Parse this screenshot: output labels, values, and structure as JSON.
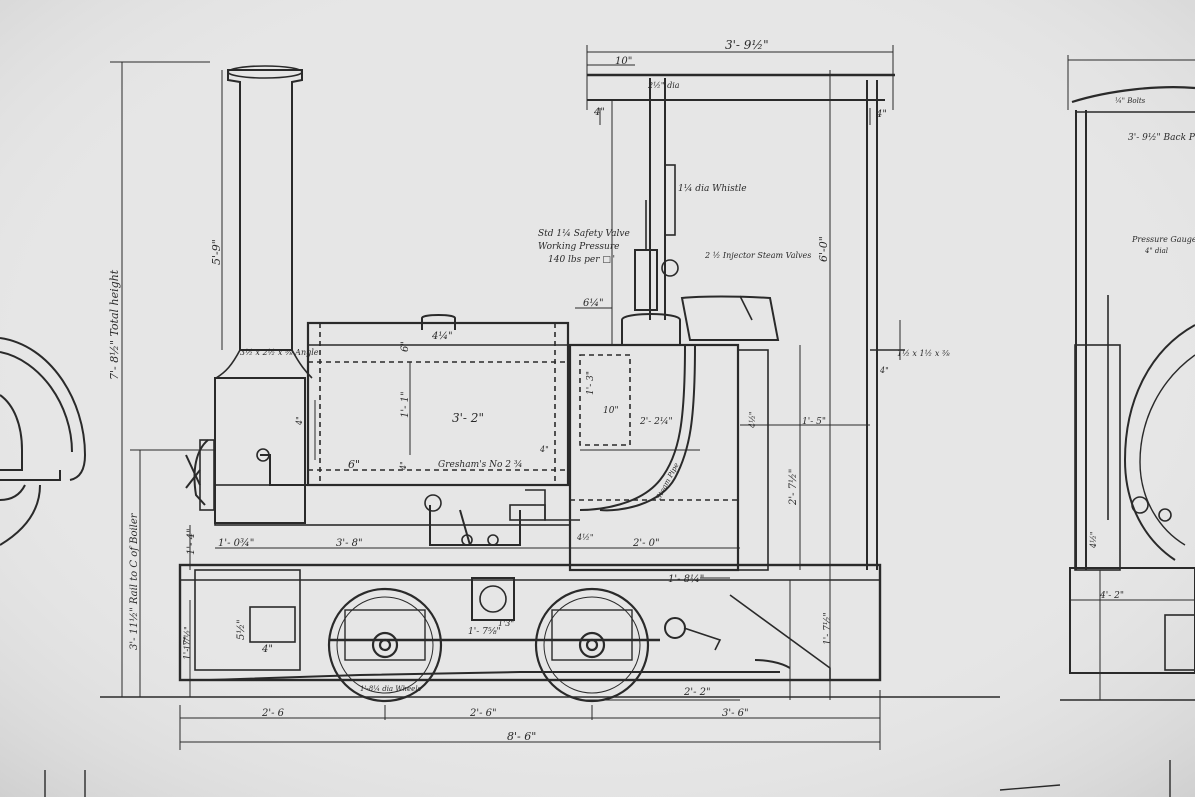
{
  "drawing": {
    "colors": {
      "paper": "#e6e6e6",
      "ink": "#2a2a2a",
      "faint": "#8a8a8a"
    },
    "dims": {
      "top_width": "3'- 9½\"",
      "top_inner": "10\"",
      "cab_post_a": "4\"",
      "cab_post_b": "4\"",
      "stack_dia": "2½\" dia",
      "total_height": "7'- 8½\" Total height",
      "chimney_height": "5'-9\"",
      "rail_to_boiler": "3'- 11½\" Rail to C of Boiler",
      "cab_height": "6'-0\"",
      "tank_length": "3'- 2\"",
      "tank_height": "1'- 1\"",
      "tank_top": "6\"",
      "tank_bottom": "6\"",
      "tank_small_a": "4\"",
      "tank_small_b": "4\"",
      "dome_lid": "4¼\"",
      "firebox_side": "6¼\"",
      "upper_a": "1'- 3\"",
      "upper_b": "10\"",
      "upper_c": "2'- 2¼\"",
      "cab_right": "1'- 5\"",
      "cab_lower": "2'- 7½\"",
      "firebox_a": "4\"",
      "firebox_b": "4½\"",
      "firebox_c": "4½\"",
      "foot_a": "1'- 4\"",
      "frame_a": "1'- 0¾\"",
      "frame_b": "3'- 8\"",
      "frame_c": "2'- 0\"",
      "frame_d": "1'- 8¼\"",
      "frame_h": "1'- 7½\"",
      "frame_low": "1'- 7\"",
      "wheel_a": "1'- 7⅝\"",
      "wheel_b": "1'3\"",
      "buffer_h": "5½\"",
      "buffer_w": "4\"",
      "rail_side": "1'7½\"",
      "tread": "2'- 2\"",
      "base_a": "2'- 6",
      "base_b": "2'- 6\"",
      "base_c": "3'- 6\"",
      "overall": "8'- 6\"",
      "wheel_dia": "1'-8¼ dia Wheels",
      "stays": "1½ x 1½ x ⅜",
      "rail_right": "4\""
    },
    "notes": {
      "chimney_angle": "3½ x 2½ x ⅜ Angle",
      "whistle": "1¼ dia Whistle",
      "safety_valve_1": "Std 1¼ Safety Valve",
      "safety_valve_2": "Working Pressure",
      "safety_valve_3": "140 lbs per □\"",
      "injector": "2 ½ Injector Steam Valves",
      "gresham": "Gresham's No 2 ¾",
      "steam_pipe": "Steam Pipe",
      "back_dim": "3'- 9½\" Back Pl",
      "back_bolt": "¼\" Bolts",
      "pressure_1": "Pressure Gauge",
      "pressure_2": "4\" dial",
      "back_a": "4'- 2\"",
      "back_b": "4½\""
    }
  }
}
